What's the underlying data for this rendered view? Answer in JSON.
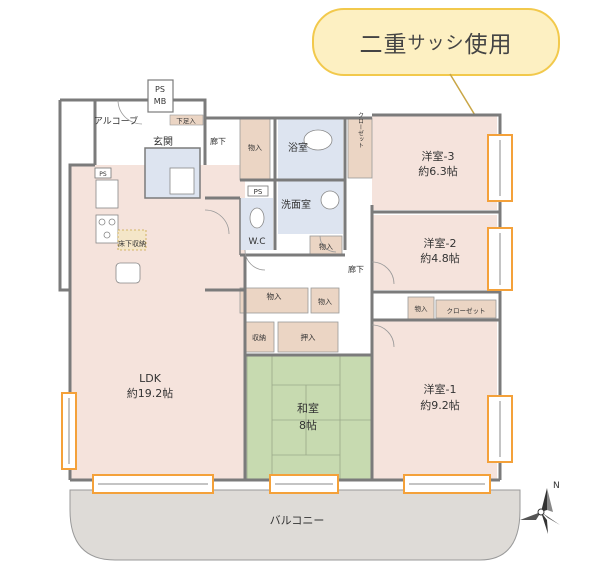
{
  "callout": {
    "part1": "二重",
    "part2": "サッシ",
    "part3": "使用"
  },
  "rooms": {
    "ldk": {
      "name": "LDK",
      "size": "約19.2帖"
    },
    "washitsu": {
      "name": "和室",
      "size": "8帖"
    },
    "yoshitsu1": {
      "name": "洋室-1",
      "size": "約9.2帖"
    },
    "yoshitsu2": {
      "name": "洋室-2",
      "size": "約4.8帖"
    },
    "yoshitsu3": {
      "name": "洋室-3",
      "size": "約6.3帖"
    },
    "bath": "浴室",
    "washroom": "洗面室",
    "wc": "W.C",
    "genkan": "玄関",
    "alcove": "アルコーブ",
    "balcony": "バルコニー"
  },
  "labels": {
    "ps_mb_1": "PS",
    "ps_mb_2": "MB",
    "ps": "PS",
    "ps_kitchen": "PS",
    "shita": "下足入",
    "roka1": "廊下",
    "roka2": "廊下",
    "monoire1": "物入",
    "monoire2": "物入",
    "monoire3": "物入",
    "monoire4": "物入",
    "monoire5": "物入",
    "closet1": "クローゼット",
    "closet2": "クローゼット",
    "shuno": "収納",
    "oshiire": "押入",
    "yukashita": "床下収納"
  },
  "colors": {
    "room_fill": "#f5e3dc",
    "wet_fill": "#dde4f0",
    "tatami_fill": "#c7dab0",
    "wood_fill": "#ebd5c4",
    "balcony_fill": "#dedbd7",
    "wall": "#7b7b7b",
    "highlight": "#f4a13a",
    "callout_fill": "#fdf0c2",
    "callout_border": "#f2c94c"
  },
  "compass": {
    "north_label": "N"
  }
}
